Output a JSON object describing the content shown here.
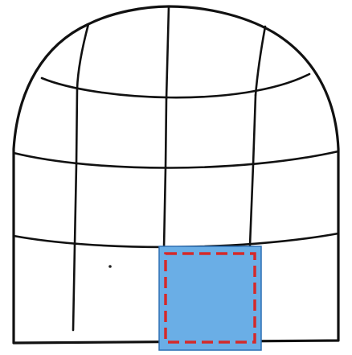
{
  "shape": "igloo",
  "rows": 4,
  "columns": 4,
  "highlighted_block": {
    "row": 4,
    "column": 3
  },
  "colors": {
    "outline": "#111111",
    "highlight_fill": "#6aaee6",
    "highlight_border": "#d42a2a",
    "background": "#ffffff"
  }
}
